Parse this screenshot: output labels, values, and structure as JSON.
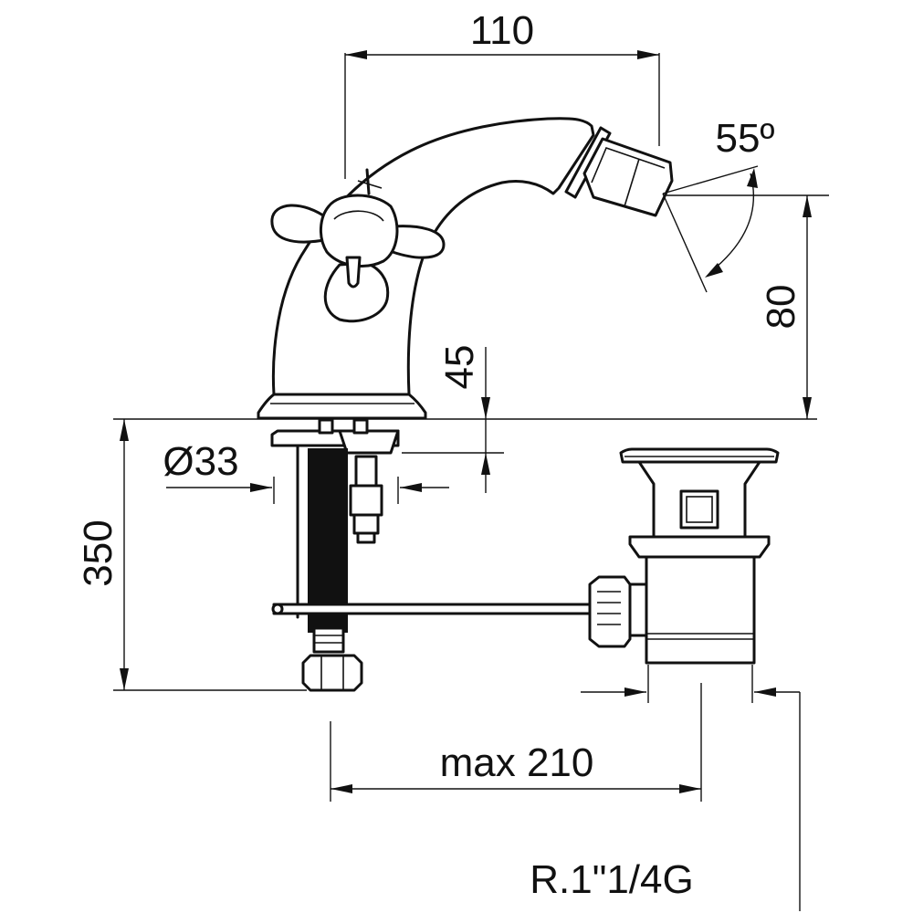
{
  "dimensions": {
    "spout_reach": "110",
    "spray_angle": "55º",
    "spout_height": "80",
    "base_height": "45",
    "hole_diameter": "Ø33",
    "max_thickness": "350",
    "max_distance": "max 210",
    "waste_thread": "R.1\"1/4G"
  }
}
